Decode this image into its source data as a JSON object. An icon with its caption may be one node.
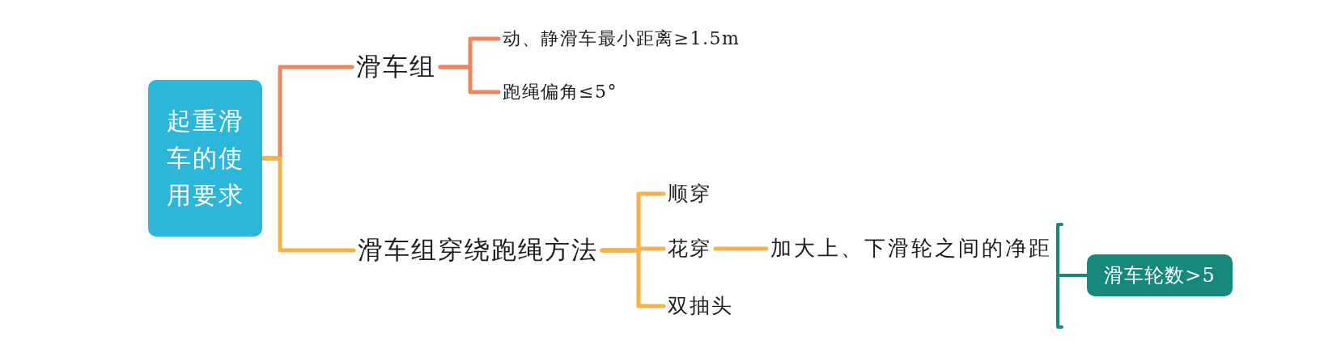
{
  "diagram": {
    "nodes": [
      {
        "text": [
          "起重滑车的使用要求"
        ]
      },
      {
        "text": [
          "滑车组"
        ]
      },
      {
        "text": [
          "动、静滑车最小距离≥1.5m"
        ]
      },
      {
        "text": [
          "跑绳偏角≤5°"
        ]
      },
      {
        "text": [
          "滑车组穿绕跑绳方法"
        ]
      },
      {
        "text": [
          "顺穿"
        ]
      },
      {
        "text": [
          "花穿"
        ]
      },
      {
        "text": [
          "双抽头"
        ]
      },
      {
        "text": [
          "加大上、下滑轮之间的净距"
        ]
      },
      {
        "text": [
          "滑车轮数>5"
        ]
      }
    ],
    "edges": [
      {
        "from": 0,
        "to": 1,
        "arrow": "none",
        "color": "#ea8660"
      },
      {
        "from": 1,
        "to": 2,
        "arrow": "none",
        "color": "#ea8660"
      },
      {
        "from": 1,
        "to": 3,
        "arrow": "none",
        "color": "#ea8660"
      },
      {
        "from": 0,
        "to": 4,
        "arrow": "none"
      },
      {
        "from": 4,
        "to": 5,
        "arrow": "none"
      },
      {
        "from": 4,
        "to": 6,
        "arrow": "none"
      },
      {
        "from": 4,
        "to": 7,
        "arrow": "none"
      },
      {
        "from": 6,
        "to": 8,
        "arrow": "none"
      },
      {
        "from": 8,
        "to": 9,
        "arrow": "none",
        "color": "#17897a"
      }
    ]
  }
}
